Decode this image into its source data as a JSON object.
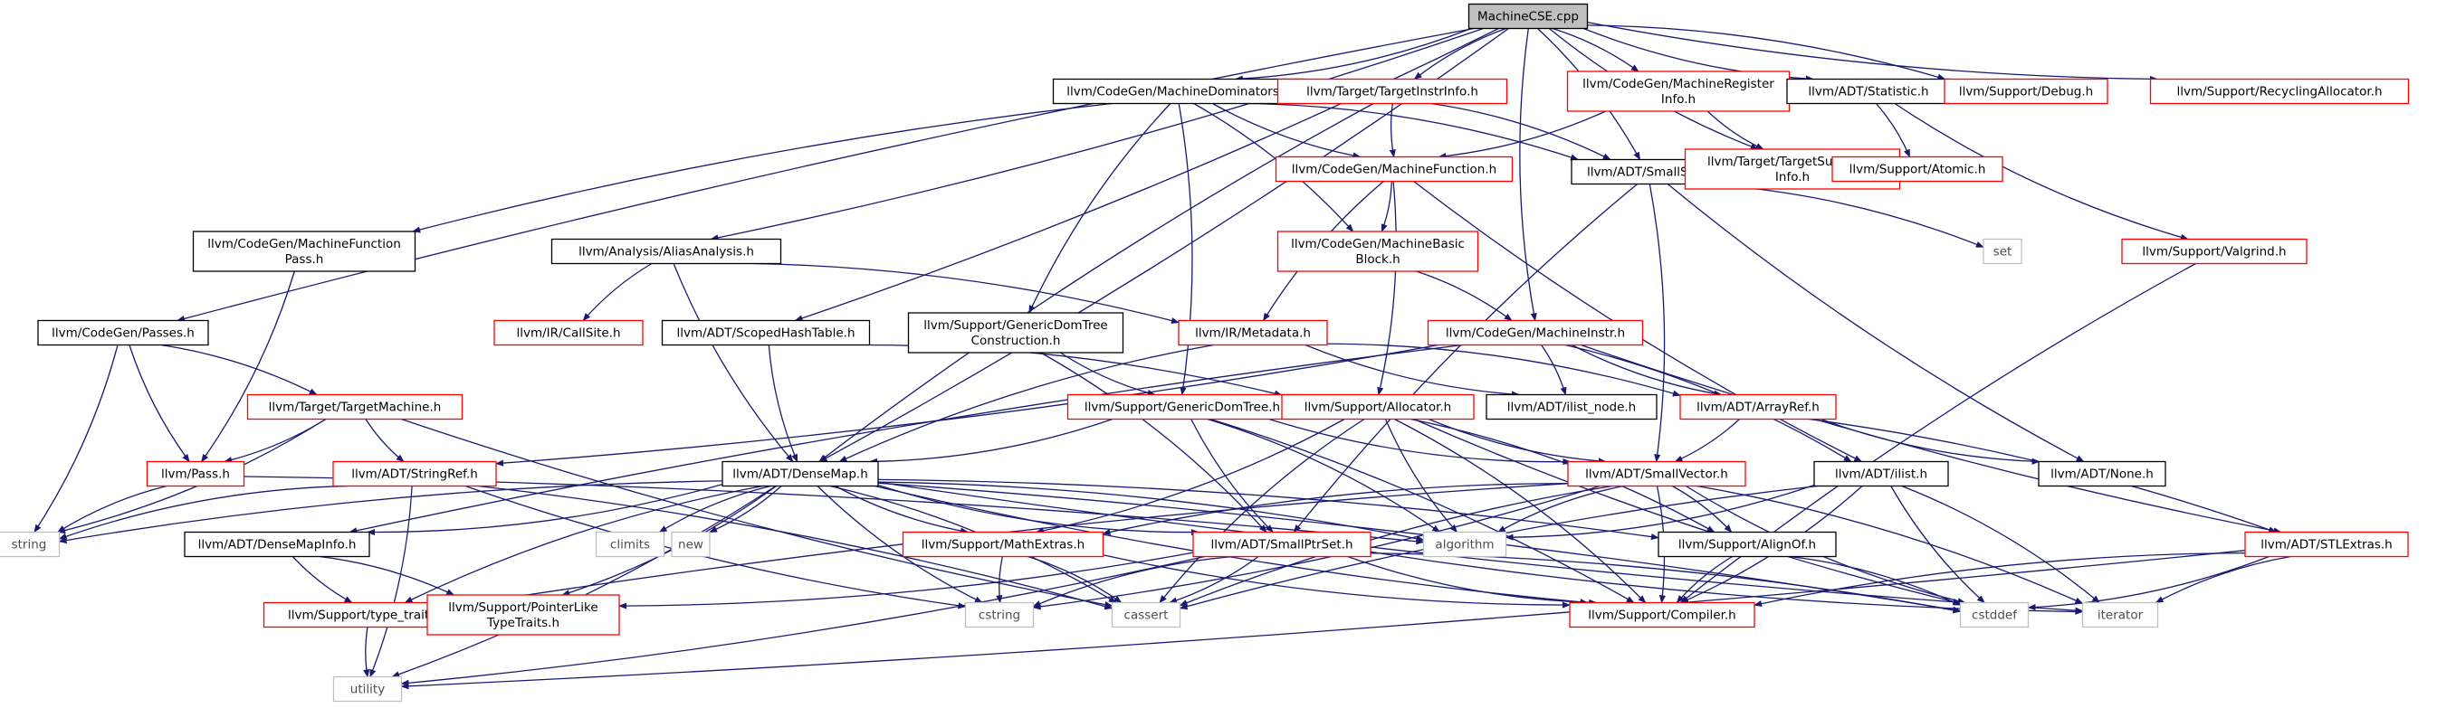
{
  "graph": {
    "colors": {
      "edge": "#191970",
      "root_fill": "#bfbfbf",
      "documented_border": "#000000",
      "undocumented_border": "#ff0000",
      "system_border": "#bfbfbf",
      "text": "#000000",
      "system_text": "#4d4d4d"
    },
    "nodes": [
      {
        "id": "n0",
        "kind": "root",
        "lines": [
          "MachineCSE.cpp"
        ]
      },
      {
        "id": "n1",
        "kind": "doc",
        "lines": [
          "llvm/CodeGen/MachineDominators.h"
        ]
      },
      {
        "id": "n2",
        "kind": "red",
        "lines": [
          "llvm/Target/TargetInstrInfo.h"
        ]
      },
      {
        "id": "n3",
        "kind": "red",
        "lines": [
          "llvm/CodeGen/MachineRegister",
          "Info.h"
        ]
      },
      {
        "id": "n4",
        "kind": "doc",
        "lines": [
          "llvm/ADT/Statistic.h"
        ]
      },
      {
        "id": "n5",
        "kind": "red",
        "lines": [
          "llvm/Support/Debug.h"
        ]
      },
      {
        "id": "n6",
        "kind": "red",
        "lines": [
          "llvm/Support/RecyclingAllocator.h"
        ]
      },
      {
        "id": "n7",
        "kind": "red",
        "lines": [
          "llvm/CodeGen/MachineFunction.h"
        ]
      },
      {
        "id": "n8",
        "kind": "doc",
        "lines": [
          "llvm/ADT/SmallSet.h"
        ]
      },
      {
        "id": "n9",
        "kind": "red",
        "lines": [
          "llvm/Target/TargetSubtarget",
          "Info.h"
        ]
      },
      {
        "id": "n10",
        "kind": "red",
        "lines": [
          "llvm/Support/Atomic.h"
        ]
      },
      {
        "id": "n11",
        "kind": "doc",
        "lines": [
          "llvm/CodeGen/MachineFunction",
          "Pass.h"
        ]
      },
      {
        "id": "n12",
        "kind": "doc",
        "lines": [
          "llvm/Analysis/AliasAnalysis.h"
        ]
      },
      {
        "id": "n13",
        "kind": "red",
        "lines": [
          "llvm/CodeGen/MachineBasic",
          "Block.h"
        ]
      },
      {
        "id": "n14",
        "kind": "sys",
        "lines": [
          "set"
        ]
      },
      {
        "id": "n15",
        "kind": "red",
        "lines": [
          "llvm/Support/Valgrind.h"
        ]
      },
      {
        "id": "n16",
        "kind": "doc",
        "lines": [
          "llvm/CodeGen/Passes.h"
        ]
      },
      {
        "id": "n17",
        "kind": "red",
        "lines": [
          "llvm/IR/CallSite.h"
        ]
      },
      {
        "id": "n18",
        "kind": "doc",
        "lines": [
          "llvm/ADT/ScopedHashTable.h"
        ]
      },
      {
        "id": "n19",
        "kind": "doc",
        "lines": [
          "llvm/Support/GenericDomTree",
          "Construction.h"
        ]
      },
      {
        "id": "n20",
        "kind": "red",
        "lines": [
          "llvm/IR/Metadata.h"
        ]
      },
      {
        "id": "n21",
        "kind": "red",
        "lines": [
          "llvm/CodeGen/MachineInstr.h"
        ]
      },
      {
        "id": "n22",
        "kind": "red",
        "lines": [
          "llvm/Target/TargetMachine.h"
        ]
      },
      {
        "id": "n23",
        "kind": "red",
        "lines": [
          "llvm/Support/GenericDomTree.h"
        ]
      },
      {
        "id": "n24",
        "kind": "red",
        "lines": [
          "llvm/Support/Allocator.h"
        ]
      },
      {
        "id": "n25",
        "kind": "doc",
        "lines": [
          "llvm/ADT/ilist_node.h"
        ]
      },
      {
        "id": "n26",
        "kind": "red",
        "lines": [
          "llvm/ADT/ArrayRef.h"
        ]
      },
      {
        "id": "n27",
        "kind": "red",
        "lines": [
          "llvm/Pass.h"
        ]
      },
      {
        "id": "n28",
        "kind": "red",
        "lines": [
          "llvm/ADT/StringRef.h"
        ]
      },
      {
        "id": "n29",
        "kind": "doc",
        "lines": [
          "llvm/ADT/DenseMap.h"
        ]
      },
      {
        "id": "n30",
        "kind": "red",
        "lines": [
          "llvm/ADT/SmallVector.h"
        ]
      },
      {
        "id": "n31",
        "kind": "doc",
        "lines": [
          "llvm/ADT/ilist.h"
        ]
      },
      {
        "id": "n32",
        "kind": "doc",
        "lines": [
          "llvm/ADT/None.h"
        ]
      },
      {
        "id": "n33",
        "kind": "sys",
        "lines": [
          "string"
        ]
      },
      {
        "id": "n34",
        "kind": "doc",
        "lines": [
          "llvm/ADT/DenseMapInfo.h"
        ]
      },
      {
        "id": "n35",
        "kind": "sys",
        "lines": [
          "climits"
        ]
      },
      {
        "id": "n36",
        "kind": "sys",
        "lines": [
          "new"
        ]
      },
      {
        "id": "n37",
        "kind": "red",
        "lines": [
          "llvm/Support/MathExtras.h"
        ]
      },
      {
        "id": "n38",
        "kind": "sys",
        "lines": [
          "algorithm"
        ]
      },
      {
        "id": "n39",
        "kind": "red",
        "lines": [
          "llvm/ADT/SmallPtrSet.h"
        ]
      },
      {
        "id": "n40",
        "kind": "doc",
        "lines": [
          "llvm/Support/AlignOf.h"
        ]
      },
      {
        "id": "n41",
        "kind": "red",
        "lines": [
          "llvm/ADT/STLExtras.h"
        ]
      },
      {
        "id": "n42",
        "kind": "red",
        "lines": [
          "llvm/Support/type_traits.h"
        ]
      },
      {
        "id": "n43",
        "kind": "red",
        "lines": [
          "llvm/Support/PointerLike",
          "TypeTraits.h"
        ]
      },
      {
        "id": "n44",
        "kind": "sys",
        "lines": [
          "cstring"
        ]
      },
      {
        "id": "n45",
        "kind": "sys",
        "lines": [
          "cassert"
        ]
      },
      {
        "id": "n46",
        "kind": "red",
        "lines": [
          "llvm/Support/Compiler.h"
        ]
      },
      {
        "id": "n47",
        "kind": "sys",
        "lines": [
          "cstddef"
        ]
      },
      {
        "id": "n48",
        "kind": "sys",
        "lines": [
          "iterator"
        ]
      },
      {
        "id": "n49",
        "kind": "sys",
        "lines": [
          "utility"
        ]
      }
    ],
    "edges": [
      [
        "n0",
        "n1"
      ],
      [
        "n0",
        "n2"
      ],
      [
        "n0",
        "n3"
      ],
      [
        "n0",
        "n4"
      ],
      [
        "n0",
        "n5"
      ],
      [
        "n0",
        "n6"
      ],
      [
        "n0",
        "n8"
      ],
      [
        "n0",
        "n9"
      ],
      [
        "n0",
        "n12"
      ],
      [
        "n0",
        "n16"
      ],
      [
        "n0",
        "n18"
      ],
      [
        "n0",
        "n21"
      ],
      [
        "n0",
        "n29"
      ],
      [
        "n1",
        "n7"
      ],
      [
        "n1",
        "n8"
      ],
      [
        "n1",
        "n11"
      ],
      [
        "n1",
        "n13"
      ],
      [
        "n1",
        "n19"
      ],
      [
        "n1",
        "n23"
      ],
      [
        "n2",
        "n7"
      ],
      [
        "n2",
        "n8"
      ],
      [
        "n2",
        "n29"
      ],
      [
        "n3",
        "n7"
      ],
      [
        "n3",
        "n9"
      ],
      [
        "n4",
        "n10"
      ],
      [
        "n4",
        "n15"
      ],
      [
        "n7",
        "n13"
      ],
      [
        "n7",
        "n20"
      ],
      [
        "n7",
        "n24"
      ],
      [
        "n7",
        "n31"
      ],
      [
        "n8",
        "n14"
      ],
      [
        "n8",
        "n32"
      ],
      [
        "n8",
        "n30"
      ],
      [
        "n8",
        "n39"
      ],
      [
        "n11",
        "n27"
      ],
      [
        "n12",
        "n17"
      ],
      [
        "n12",
        "n20"
      ],
      [
        "n12",
        "n29"
      ],
      [
        "n13",
        "n21"
      ],
      [
        "n15",
        "n46"
      ],
      [
        "n16",
        "n22"
      ],
      [
        "n16",
        "n27"
      ],
      [
        "n16",
        "n33"
      ],
      [
        "n18",
        "n29"
      ],
      [
        "n18",
        "n24"
      ],
      [
        "n19",
        "n23"
      ],
      [
        "n19",
        "n39"
      ],
      [
        "n20",
        "n25"
      ],
      [
        "n20",
        "n26"
      ],
      [
        "n20",
        "n29"
      ],
      [
        "n21",
        "n25"
      ],
      [
        "n21",
        "n26"
      ],
      [
        "n21",
        "n31"
      ],
      [
        "n21",
        "n41"
      ],
      [
        "n21",
        "n28"
      ],
      [
        "n21",
        "n34"
      ],
      [
        "n22",
        "n27"
      ],
      [
        "n22",
        "n28"
      ],
      [
        "n22",
        "n33"
      ],
      [
        "n22",
        "n45"
      ],
      [
        "n23",
        "n29"
      ],
      [
        "n23",
        "n30"
      ],
      [
        "n23",
        "n38"
      ],
      [
        "n23",
        "n39"
      ],
      [
        "n23",
        "n46"
      ],
      [
        "n24",
        "n30"
      ],
      [
        "n24",
        "n37"
      ],
      [
        "n24",
        "n38"
      ],
      [
        "n24",
        "n40"
      ],
      [
        "n24",
        "n45"
      ],
      [
        "n24",
        "n46"
      ],
      [
        "n24",
        "n47"
      ],
      [
        "n26",
        "n30"
      ],
      [
        "n26",
        "n32"
      ],
      [
        "n26",
        "n41"
      ],
      [
        "n27",
        "n33"
      ],
      [
        "n27",
        "n38"
      ],
      [
        "n28",
        "n33"
      ],
      [
        "n28",
        "n45"
      ],
      [
        "n28",
        "n44"
      ],
      [
        "n28",
        "n49"
      ],
      [
        "n29",
        "n33"
      ],
      [
        "n29",
        "n34"
      ],
      [
        "n29",
        "n35"
      ],
      [
        "n29",
        "n36"
      ],
      [
        "n29",
        "n37"
      ],
      [
        "n29",
        "n38"
      ],
      [
        "n29",
        "n39"
      ],
      [
        "n29",
        "n40"
      ],
      [
        "n29",
        "n42"
      ],
      [
        "n29",
        "n43"
      ],
      [
        "n29",
        "n44"
      ],
      [
        "n29",
        "n45"
      ],
      [
        "n29",
        "n46"
      ],
      [
        "n29",
        "n47"
      ],
      [
        "n29",
        "n48"
      ],
      [
        "n29",
        "n49"
      ],
      [
        "n30",
        "n38"
      ],
      [
        "n30",
        "n40"
      ],
      [
        "n30",
        "n42"
      ],
      [
        "n30",
        "n44"
      ],
      [
        "n30",
        "n45"
      ],
      [
        "n30",
        "n46"
      ],
      [
        "n30",
        "n47"
      ],
      [
        "n30",
        "n48"
      ],
      [
        "n30",
        "n37"
      ],
      [
        "n31",
        "n38"
      ],
      [
        "n31",
        "n45"
      ],
      [
        "n31",
        "n46"
      ],
      [
        "n31",
        "n47"
      ],
      [
        "n31",
        "n48"
      ],
      [
        "n34",
        "n42"
      ],
      [
        "n34",
        "n43"
      ],
      [
        "n37",
        "n44"
      ],
      [
        "n37",
        "n45"
      ],
      [
        "n37",
        "n46"
      ],
      [
        "n39",
        "n43"
      ],
      [
        "n39",
        "n44"
      ],
      [
        "n39",
        "n45"
      ],
      [
        "n39",
        "n46"
      ],
      [
        "n39",
        "n47"
      ],
      [
        "n39",
        "n48"
      ],
      [
        "n39",
        "n49"
      ],
      [
        "n40",
        "n46"
      ],
      [
        "n40",
        "n47"
      ],
      [
        "n41",
        "n46"
      ],
      [
        "n41",
        "n47"
      ],
      [
        "n41",
        "n48"
      ],
      [
        "n41",
        "n49"
      ],
      [
        "n42",
        "n49"
      ]
    ]
  }
}
